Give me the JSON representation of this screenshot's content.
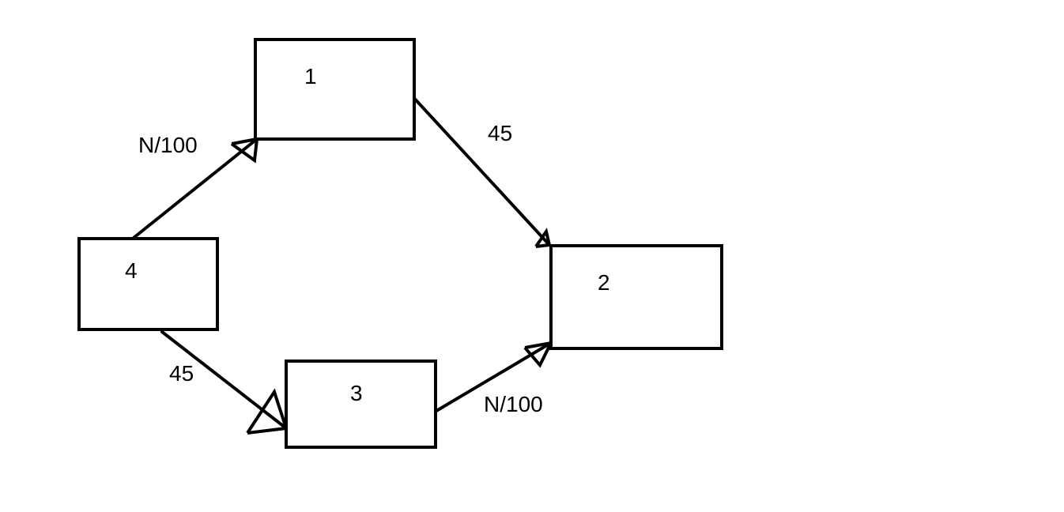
{
  "colors": {
    "background": "#ffffff",
    "stroke": "#000000",
    "text": "#000000"
  },
  "nodes": [
    {
      "id": "1",
      "label": "1"
    },
    {
      "id": "2",
      "label": "2"
    },
    {
      "id": "3",
      "label": "3"
    },
    {
      "id": "4",
      "label": "4"
    }
  ],
  "edges": [
    {
      "from": "4",
      "to": "1",
      "label": "N/100"
    },
    {
      "from": "1",
      "to": "2",
      "label": "45"
    },
    {
      "from": "4",
      "to": "3",
      "label": "45"
    },
    {
      "from": "3",
      "to": "2",
      "label": "N/100"
    }
  ]
}
